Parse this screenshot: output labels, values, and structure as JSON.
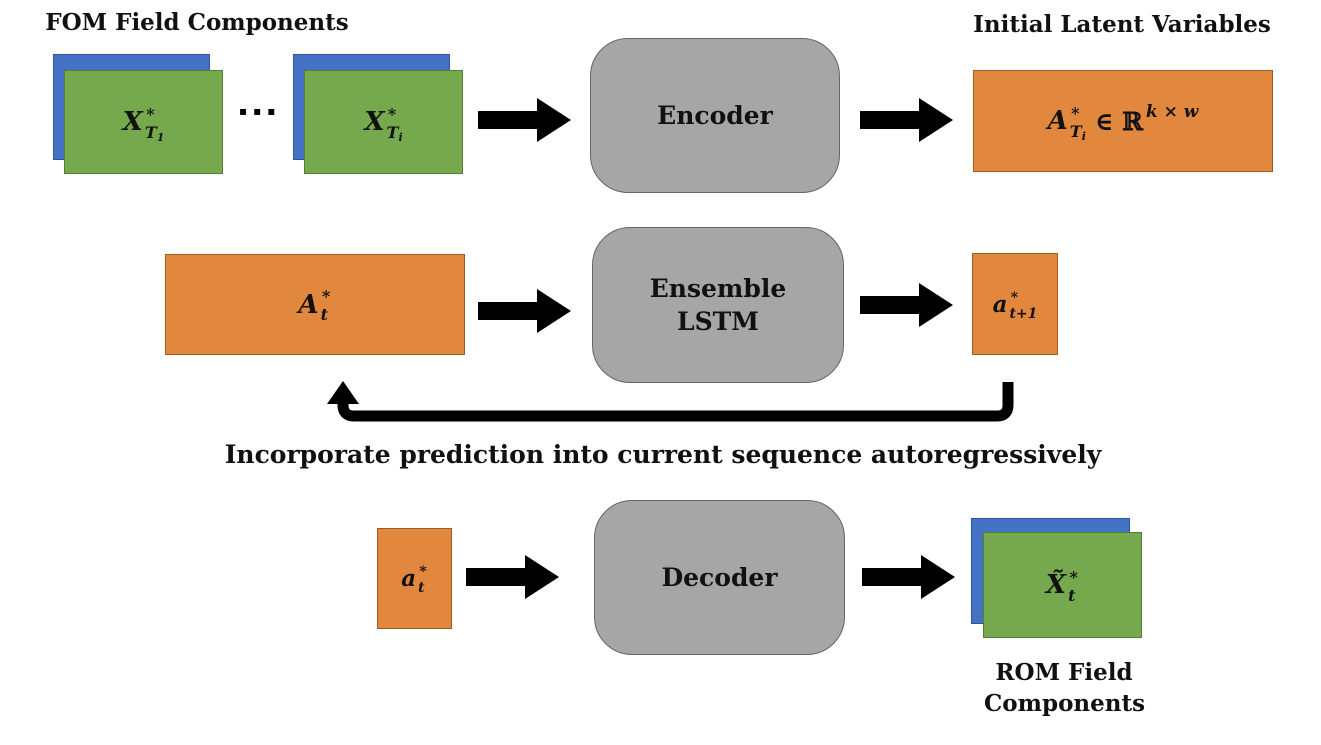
{
  "colors": {
    "panel_blue": "#4472C4",
    "panel_green": "#76A84D",
    "latent_orange": "#E2873E",
    "process_gray": "#A6A6A6",
    "arrow_black": "#000000",
    "text_black": "#111111"
  },
  "row1": {
    "title": "FOM Field Components",
    "stack1_math": {
      "base": "X",
      "sup": "∗",
      "sub": "T",
      "subsub": "1"
    },
    "ellipsis": "▪▪▪",
    "stack2_math": {
      "base": "X",
      "sup": "∗",
      "sub": "T",
      "subsub": "i"
    },
    "encoder_label": "Encoder",
    "latent_title": "Initial Latent Variables",
    "latent_math": {
      "base": "A",
      "sup": "∗",
      "sub": "T",
      "subsub": "i",
      "rest": "∈ ℝ",
      "rest_sup": "k × w"
    }
  },
  "row2": {
    "input_math": {
      "base": "A",
      "sup": "∗",
      "sub": "t"
    },
    "lstm_label_line1": "Ensemble",
    "lstm_label_line2": "LSTM",
    "output_math": {
      "base": "a",
      "sup": "∗",
      "sub": "t+1"
    },
    "feedback_caption": "Incorporate prediction into current sequence autoregressively"
  },
  "row3": {
    "input_math": {
      "base": "a",
      "sup": "∗",
      "sub": "t"
    },
    "decoder_label": "Decoder",
    "output_math": {
      "base": "X̃",
      "sup": "∗",
      "sub": "t"
    },
    "output_title_line1": "ROM Field",
    "output_title_line2": "Components"
  }
}
